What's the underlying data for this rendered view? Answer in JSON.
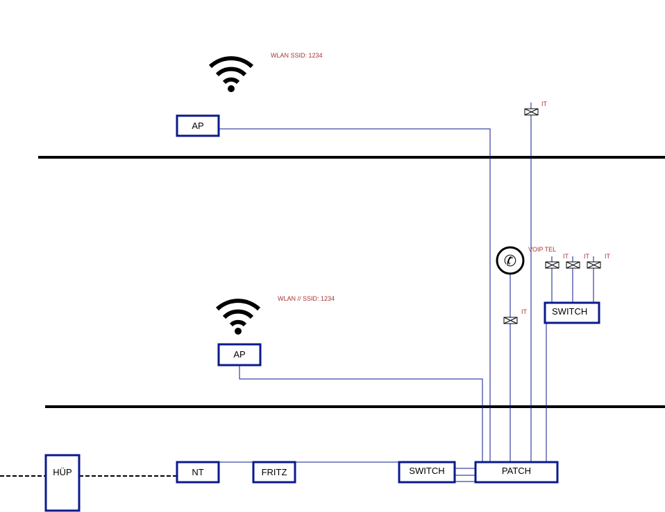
{
  "title": "Network floor plan diagram",
  "upper_floor": {
    "ap_label": "AP",
    "wlan_label": "WLAN SSID: 1234",
    "outlet_label": "IT"
  },
  "middle_floor": {
    "ap_label": "AP",
    "wlan_label": "WLAN // SSID: 1234",
    "voip_label": "VOIP TEL",
    "phone_outlet_label": "IT",
    "switch_label": "SWITCH",
    "switch_outlets": [
      "IT",
      "IT",
      "IT"
    ]
  },
  "ground_floor": {
    "hup_label": "HÜP",
    "nt_label": "NT",
    "fritz_label": "FRITZ",
    "switch_label": "SWITCH",
    "patch_label": "PATCH"
  },
  "colors": {
    "wire": "#0a1a8c",
    "annotation": "#a83232"
  }
}
